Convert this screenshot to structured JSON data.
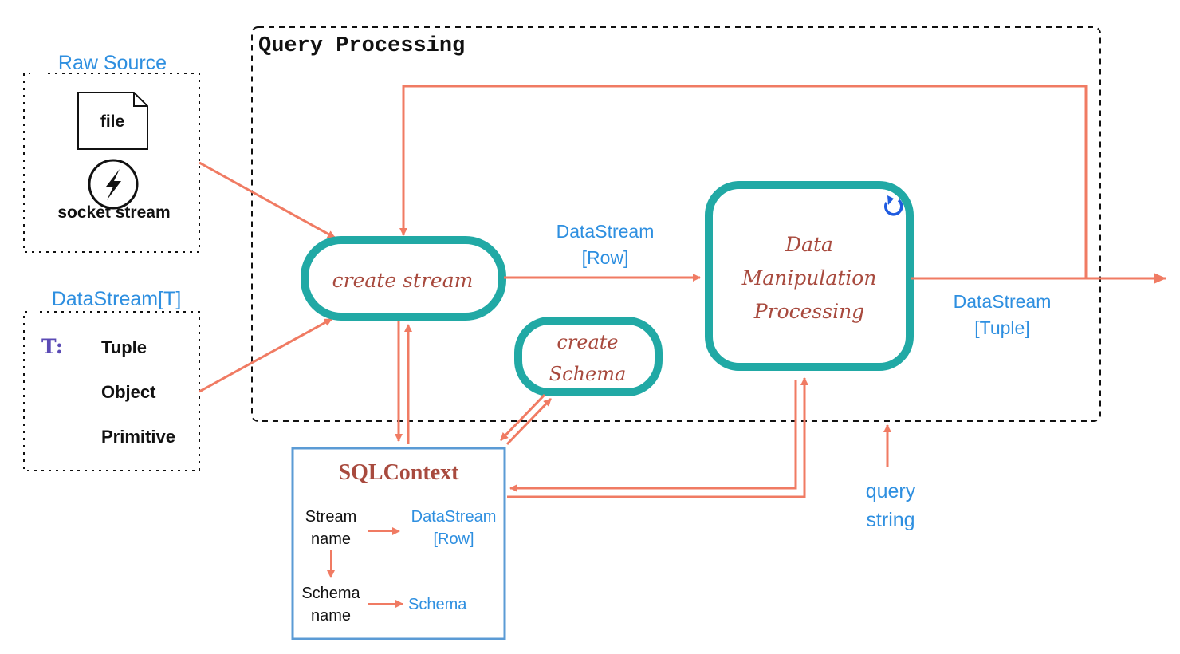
{
  "query_processing": {
    "title": "Query Processing"
  },
  "raw_source": {
    "title": "Raw Source",
    "file_label": "file",
    "socket_label": "socket stream"
  },
  "datastream_t": {
    "title": "DataStream[T]",
    "t_label": "T:",
    "types": [
      "Tuple",
      "Object",
      "Primitive"
    ]
  },
  "create_stream": {
    "label": "create stream"
  },
  "create_schema": {
    "line1": "create",
    "line2": "Schema"
  },
  "data_manipulation": {
    "line1": "Data",
    "line2": "Manipulation",
    "line3": "Processing"
  },
  "edge_row": {
    "line1": "DataStream",
    "line2": "[Row]"
  },
  "edge_tuple": {
    "line1": "DataStream",
    "line2": "[Tuple]"
  },
  "query_string": {
    "line1": "query",
    "line2": "string"
  },
  "sqlcontext": {
    "title": "SQLContext",
    "stream_name": {
      "line1": "Stream",
      "line2": "name"
    },
    "stream_target": {
      "line1": "DataStream",
      "line2": "[Row]"
    },
    "schema_name": {
      "line1": "Schema",
      "line2": "name"
    },
    "schema_target": "Schema"
  },
  "colors": {
    "arrow": "#F07B63",
    "node_border": "#21A9A5",
    "label_blue": "#2E8FE0",
    "handwriting": "#A84A3E",
    "sqlcontext_border": "#5B9BD5",
    "loop_icon": "#1F5BE0"
  },
  "icons": {
    "socket": "lightning-bolt-icon",
    "file": "file-document-icon",
    "loop": "refresh-icon"
  }
}
